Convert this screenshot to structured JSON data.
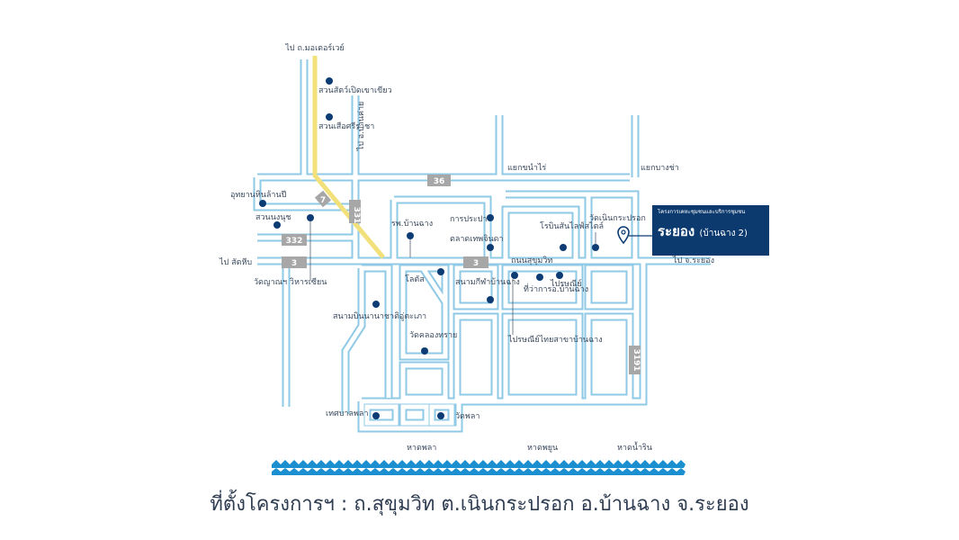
{
  "map": {
    "top_labels": {
      "motorway": "ไป ถ.มอเตอร์เวย์",
      "ban_kai": "ไป อ.บ้านค่าย",
      "sattahip": "ไป สัตหีบ",
      "rayong": "ไป จ.ระยอง",
      "yaek_nam_rai": "แยกขนำไร่",
      "yaek_ban_cha": "แยกบางช่า"
    },
    "road_numbers": {
      "r36": "36",
      "r332": "332",
      "r3_left": "3",
      "r3_mid": "3",
      "r331": "331",
      "r3191": "3191",
      "r7": "7"
    },
    "landmarks": {
      "open_zoo": "สวนสัตว์เปิดเขาเขียว",
      "tiger_zoo": "สวนเสือศรีราชา",
      "industrial": "อุทยานหินล้านปี",
      "suan_nong_nooch": "สวนนงนุช",
      "wat_yan": "วัดญาณฯ วิหารเซียน",
      "hospital": "รพ.บ้านฉาง",
      "water_works": "การประปา",
      "market": "ตลาดเทพจินดา",
      "lotus": "โลตัส",
      "stadium": "สนามกีฬาบ้านฉาง",
      "intl_airport": "สนามบินนานาชาติอู่ตะเภา",
      "wat_khlong": "วัดคลองทราย",
      "robinson": "โรบินสันไลฟ์สไตล์",
      "wat_noen": "วัดเนินกระปรอก",
      "sukhumvit_road": "ถนนสุขุมวิท",
      "district_office": "ที่ว่าการอ.บ้านฉาง",
      "post_office": "ไปรษณีย์",
      "post_office_thai": "ไปรษณีย์ไทยสาขาบ้านฉาง",
      "municipality": "เทศบาลพลา",
      "wat_phala": "วัดพลา"
    },
    "beaches": {
      "phala": "หาดพลา",
      "phayun": "หาดพยูน",
      "namrin": "หาดน้ำริน"
    },
    "project": {
      "subtitle": "โครงการเคหะชุมชนและบริการชุมชน",
      "name": "ระยอง",
      "branch": "(บ้านฉาง 2)"
    },
    "colors": {
      "road": "#8fc9e6",
      "highway": "#f2e07a",
      "marker": "#0d3b73",
      "badge": "#a7a7a7",
      "wave": "#1b8fd0"
    }
  },
  "footer": {
    "address": "ที่ตั้งโครงการฯ :   ถ.สุขุมวิท ต.เนินกระปรอก อ.บ้านฉาง จ.ระยอง"
  }
}
